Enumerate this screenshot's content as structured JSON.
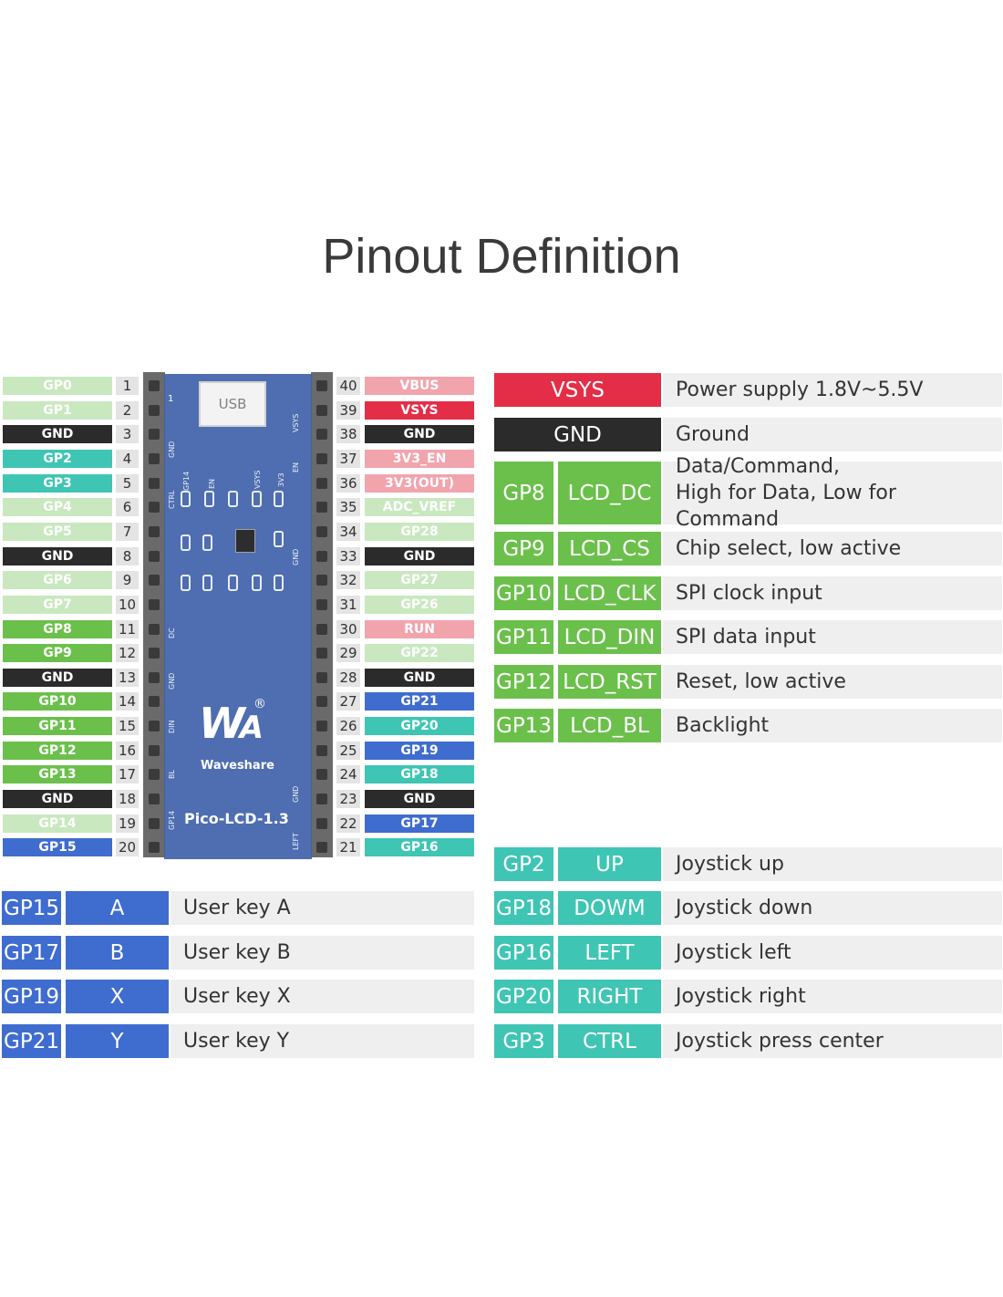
{
  "title": "Pinout Definition",
  "colors": {
    "light_green": "#c9e8bf",
    "green": "#6bc04b",
    "black": "#2b2b2b",
    "teal": "#3fc5b4",
    "blue": "#3f6ccf",
    "pink": "#f2a4ad",
    "red": "#e42d47"
  },
  "left_pins": [
    {
      "num": "1",
      "label": "GP0",
      "color": "light_green"
    },
    {
      "num": "2",
      "label": "GP1",
      "color": "light_green"
    },
    {
      "num": "3",
      "label": "GND",
      "color": "black"
    },
    {
      "num": "4",
      "label": "GP2",
      "color": "teal"
    },
    {
      "num": "5",
      "label": "GP3",
      "color": "teal"
    },
    {
      "num": "6",
      "label": "GP4",
      "color": "light_green"
    },
    {
      "num": "7",
      "label": "GP5",
      "color": "light_green"
    },
    {
      "num": "8",
      "label": "GND",
      "color": "black"
    },
    {
      "num": "9",
      "label": "GP6",
      "color": "light_green"
    },
    {
      "num": "10",
      "label": "GP7",
      "color": "light_green"
    },
    {
      "num": "11",
      "label": "GP8",
      "color": "green"
    },
    {
      "num": "12",
      "label": "GP9",
      "color": "green"
    },
    {
      "num": "13",
      "label": "GND",
      "color": "black"
    },
    {
      "num": "14",
      "label": "GP10",
      "color": "green"
    },
    {
      "num": "15",
      "label": "GP11",
      "color": "green"
    },
    {
      "num": "16",
      "label": "GP12",
      "color": "green"
    },
    {
      "num": "17",
      "label": "GP13",
      "color": "green"
    },
    {
      "num": "18",
      "label": "GND",
      "color": "black"
    },
    {
      "num": "19",
      "label": "GP14",
      "color": "light_green"
    },
    {
      "num": "20",
      "label": "GP15",
      "color": "blue"
    }
  ],
  "right_pins": [
    {
      "num": "40",
      "label": "VBUS",
      "color": "pink"
    },
    {
      "num": "39",
      "label": "VSYS",
      "color": "red"
    },
    {
      "num": "38",
      "label": "GND",
      "color": "black"
    },
    {
      "num": "37",
      "label": "3V3_EN",
      "color": "pink"
    },
    {
      "num": "36",
      "label": "3V3(OUT)",
      "color": "pink"
    },
    {
      "num": "35",
      "label": "ADC_VREF",
      "color": "light_green"
    },
    {
      "num": "34",
      "label": "GP28",
      "color": "light_green"
    },
    {
      "num": "33",
      "label": "GND",
      "color": "black"
    },
    {
      "num": "32",
      "label": "GP27",
      "color": "light_green"
    },
    {
      "num": "31",
      "label": "GP26",
      "color": "light_green"
    },
    {
      "num": "30",
      "label": "RUN",
      "color": "pink"
    },
    {
      "num": "29",
      "label": "GP22",
      "color": "light_green"
    },
    {
      "num": "28",
      "label": "GND",
      "color": "black"
    },
    {
      "num": "27",
      "label": "GP21",
      "color": "blue"
    },
    {
      "num": "26",
      "label": "GP20",
      "color": "teal"
    },
    {
      "num": "25",
      "label": "GP19",
      "color": "blue"
    },
    {
      "num": "24",
      "label": "GP18",
      "color": "teal"
    },
    {
      "num": "23",
      "label": "GND",
      "color": "black"
    },
    {
      "num": "22",
      "label": "GP17",
      "color": "blue"
    },
    {
      "num": "21",
      "label": "GP16",
      "color": "teal"
    }
  ],
  "board": {
    "usb_label": "USB",
    "brand": "Waveshare",
    "model": "Pico-LCD-1.3",
    "registered": "®",
    "silk_left": [
      "GND",
      "CTRL",
      "GP14",
      "DC",
      "GND",
      "DIN",
      "BL",
      "GP14"
    ],
    "silk_top": [
      "EN",
      "VSYS",
      "3V3"
    ],
    "silk_right": [
      "VSYS",
      "EN",
      "GND",
      "GND",
      "LEFT"
    ],
    "pin_one": "1"
  },
  "lcd_table": [
    {
      "gpio": "VSYS",
      "func": "",
      "desc": "Power supply 1.8V~5.5V",
      "color": "red"
    },
    {
      "gpio": "GND",
      "func": "",
      "desc": "Ground",
      "color": "black"
    },
    {
      "gpio": "GP8",
      "func": "LCD_DC",
      "desc": "Data/Command,\nHigh for Data, Low for Command",
      "color": "green"
    },
    {
      "gpio": "GP9",
      "func": "LCD_CS",
      "desc": "Chip select, low active",
      "color": "green"
    },
    {
      "gpio": "GP10",
      "func": "LCD_CLK",
      "desc": "SPI clock input",
      "color": "green"
    },
    {
      "gpio": "GP11",
      "func": "LCD_DIN",
      "desc": "SPI data input",
      "color": "green"
    },
    {
      "gpio": "GP12",
      "func": "LCD_RST",
      "desc": "Reset, low active",
      "color": "green"
    },
    {
      "gpio": "GP13",
      "func": "LCD_BL",
      "desc": "Backlight",
      "color": "green"
    }
  ],
  "joystick_table": [
    {
      "gpio": "GP2",
      "func": "UP",
      "desc": "Joystick up",
      "color": "teal"
    },
    {
      "gpio": "GP18",
      "func": "DOWM",
      "desc": "Joystick down",
      "color": "teal"
    },
    {
      "gpio": "GP16",
      "func": "LEFT",
      "desc": "Joystick left",
      "color": "teal"
    },
    {
      "gpio": "GP20",
      "func": "RIGHT",
      "desc": "Joystick right",
      "color": "teal"
    },
    {
      "gpio": "GP3",
      "func": "CTRL",
      "desc": "Joystick press center",
      "color": "teal"
    }
  ],
  "key_table": [
    {
      "gpio": "GP15",
      "func": "A",
      "desc": "User key A",
      "color": "blue"
    },
    {
      "gpio": "GP17",
      "func": "B",
      "desc": "User key B",
      "color": "blue"
    },
    {
      "gpio": "GP19",
      "func": "X",
      "desc": "User key X",
      "color": "blue"
    },
    {
      "gpio": "GP21",
      "func": "Y",
      "desc": "User key Y",
      "color": "blue"
    }
  ]
}
